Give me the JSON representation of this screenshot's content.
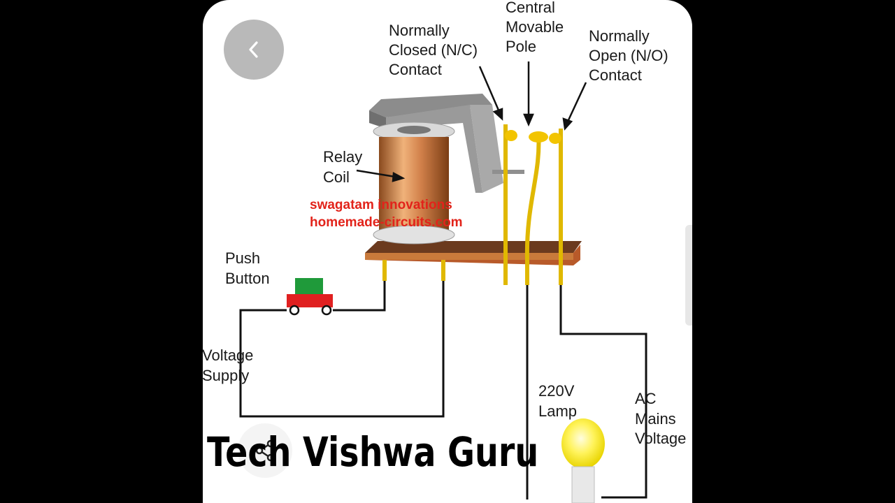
{
  "labels": {
    "nc_contact": [
      "Normally",
      "Closed (N/C)",
      "Contact"
    ],
    "central_pole": [
      "Central",
      "Movable",
      "Pole"
    ],
    "no_contact": [
      "Normally",
      "Open (N/O)",
      "Contact"
    ],
    "relay_coil": [
      "Relay",
      "Coil"
    ],
    "push_button": [
      "Push",
      "Button"
    ],
    "voltage_supply": [
      "Voltage",
      "Supply"
    ],
    "lamp": [
      "220V",
      "Lamp"
    ],
    "ac_mains": [
      "AC",
      "Mains",
      "Voltage"
    ]
  },
  "watermark": [
    "swagatam innovations",
    "homemade-circuits.com"
  ],
  "brand_title": "Tech Vishwa Guru",
  "icons": {
    "back": "chevron-left-icon",
    "share": "share-icon"
  },
  "colors": {
    "watermark": "#e2231a",
    "button_cap": "#1f9a3a",
    "button_base": "#e02020",
    "lamp": "#f7ef3a",
    "pins": "#e0b800",
    "board": "#b85a2a"
  }
}
